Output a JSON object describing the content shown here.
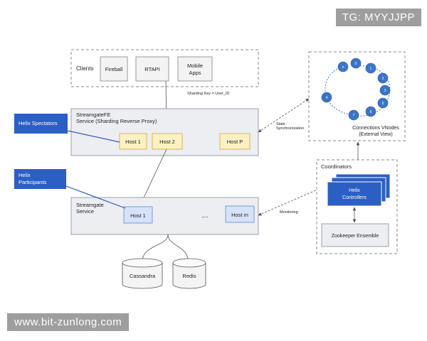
{
  "watermarks": {
    "top_right": "TG: MYYJJPP",
    "bottom_left": "www.bit-zunlong.com"
  },
  "clients": {
    "title": "Clients",
    "items": [
      "Fireball",
      "RTAPI",
      "Mobile",
      "Apps"
    ]
  },
  "sharding_label": "Sharding Key = User_ID",
  "streamgate_fe": {
    "title_line1": "StreamgateFE",
    "title_line2": "Service (Sharding Reverse Proxy)",
    "hosts": [
      "Host 1",
      "Host 2",
      "Host P"
    ]
  },
  "helix_spectators": "Helix Spectators",
  "helix_participants": [
    "Helix",
    "Participants"
  ],
  "streamgate": {
    "title_line1": "Streamgate",
    "title_line2": "Service",
    "hosts": [
      "Host 1",
      "Host m"
    ],
    "ellipsis": "...."
  },
  "databases": [
    "Cassandra",
    "Redis"
  ],
  "state_sync": [
    "State",
    "Synchronization"
  ],
  "monitoring": "Monitoring",
  "vnodes": {
    "title": "Connections VNodes",
    "subtitle": "(External View)",
    "node_labels": [
      "n",
      "0",
      "1",
      "2",
      "3",
      "5",
      "6",
      "7",
      "4"
    ]
  },
  "coordinators": {
    "title": "Coordinators",
    "controllers": [
      "Helix",
      "Controllers"
    ],
    "zookeeper": "Zookeeper Ensemble"
  },
  "colors": {
    "host_fe_fill": "#fdf0c2",
    "host_fe_stroke": "#d9b64c",
    "host_sg_fill": "#d6e2f7",
    "host_sg_stroke": "#7f9bd0",
    "helix_blue": "#2c5fc4",
    "node_blue": "#3b74c9",
    "service_fill": "#eceef2",
    "service_stroke": "#9aa0a8"
  }
}
